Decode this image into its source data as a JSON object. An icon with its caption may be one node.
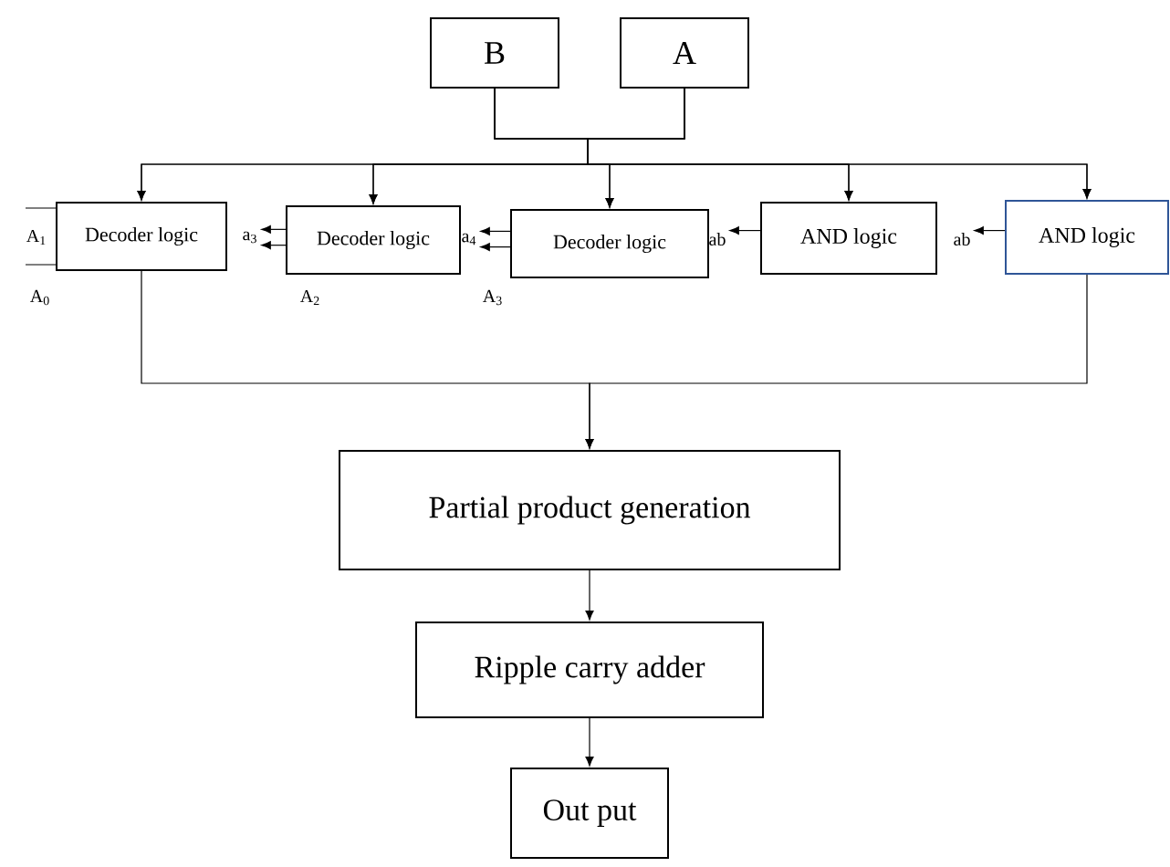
{
  "diagram": {
    "nodes": [
      {
        "text": [
          "B"
        ]
      },
      {
        "text": [
          "A"
        ]
      },
      {
        "text": [
          "Decoder logic"
        ]
      },
      {
        "text": [
          "Decoder logic"
        ]
      },
      {
        "text": [
          "Decoder logic"
        ]
      },
      {
        "text": [
          "AND logic"
        ]
      },
      {
        "text": [
          "AND logic"
        ]
      },
      {
        "text": [
          "Partial product generation"
        ]
      },
      {
        "text": [
          "Ripple carry adder"
        ]
      },
      {
        "text": [
          "Out put"
        ]
      },
      {
        "text": [
          "a$_{3}$"
        ]
      },
      {
        "text": [
          "a$_{4}$"
        ]
      },
      {
        "text": [
          "ab"
        ]
      },
      {
        "text": [
          "ab"
        ]
      }
    ],
    "edges": [
      {
        "from": 0,
        "to": 2,
        "arrow": "to"
      },
      {
        "from": 1,
        "to": 2,
        "arrow": "to"
      },
      {
        "from": 0,
        "to": 3,
        "arrow": "to"
      },
      {
        "from": 1,
        "to": 3,
        "arrow": "to"
      },
      {
        "from": 0,
        "to": 4,
        "arrow": "to"
      },
      {
        "from": 1,
        "to": 4,
        "arrow": "to"
      },
      {
        "from": 0,
        "to": 5,
        "arrow": "to"
      },
      {
        "from": 1,
        "to": 5,
        "arrow": "to"
      },
      {
        "from": 0,
        "to": 6,
        "arrow": "to"
      },
      {
        "from": 1,
        "to": 6,
        "arrow": "to"
      },
      {
        "from": 2,
        "to": 7,
        "arrow": "to"
      },
      {
        "from": 6,
        "to": 7,
        "arrow": "to"
      },
      {
        "from": 7,
        "to": 8,
        "arrow": "to"
      },
      {
        "from": 8,
        "to": 9,
        "arrow": "to"
      },
      {
        "from": 2,
        "to": null,
        "arrow": "none"
      },
      {
        "from": 2,
        "to": null,
        "arrow": "none"
      },
      {
        "from": 3,
        "to": 10,
        "arrow": "to"
      },
      {
        "from": 3,
        "to": 10,
        "arrow": "to"
      },
      {
        "from": 4,
        "to": 11,
        "arrow": "to"
      },
      {
        "from": 4,
        "to": 11,
        "arrow": "to"
      },
      {
        "from": 5,
        "to": 12,
        "arrow": "to"
      },
      {
        "from": 6,
        "to": 13,
        "arrow": "to"
      }
    ],
    "labels": [
      "A$_{1}$",
      "A$_{0}$",
      "A$_{2}$",
      "A$_{3}$"
    ]
  }
}
